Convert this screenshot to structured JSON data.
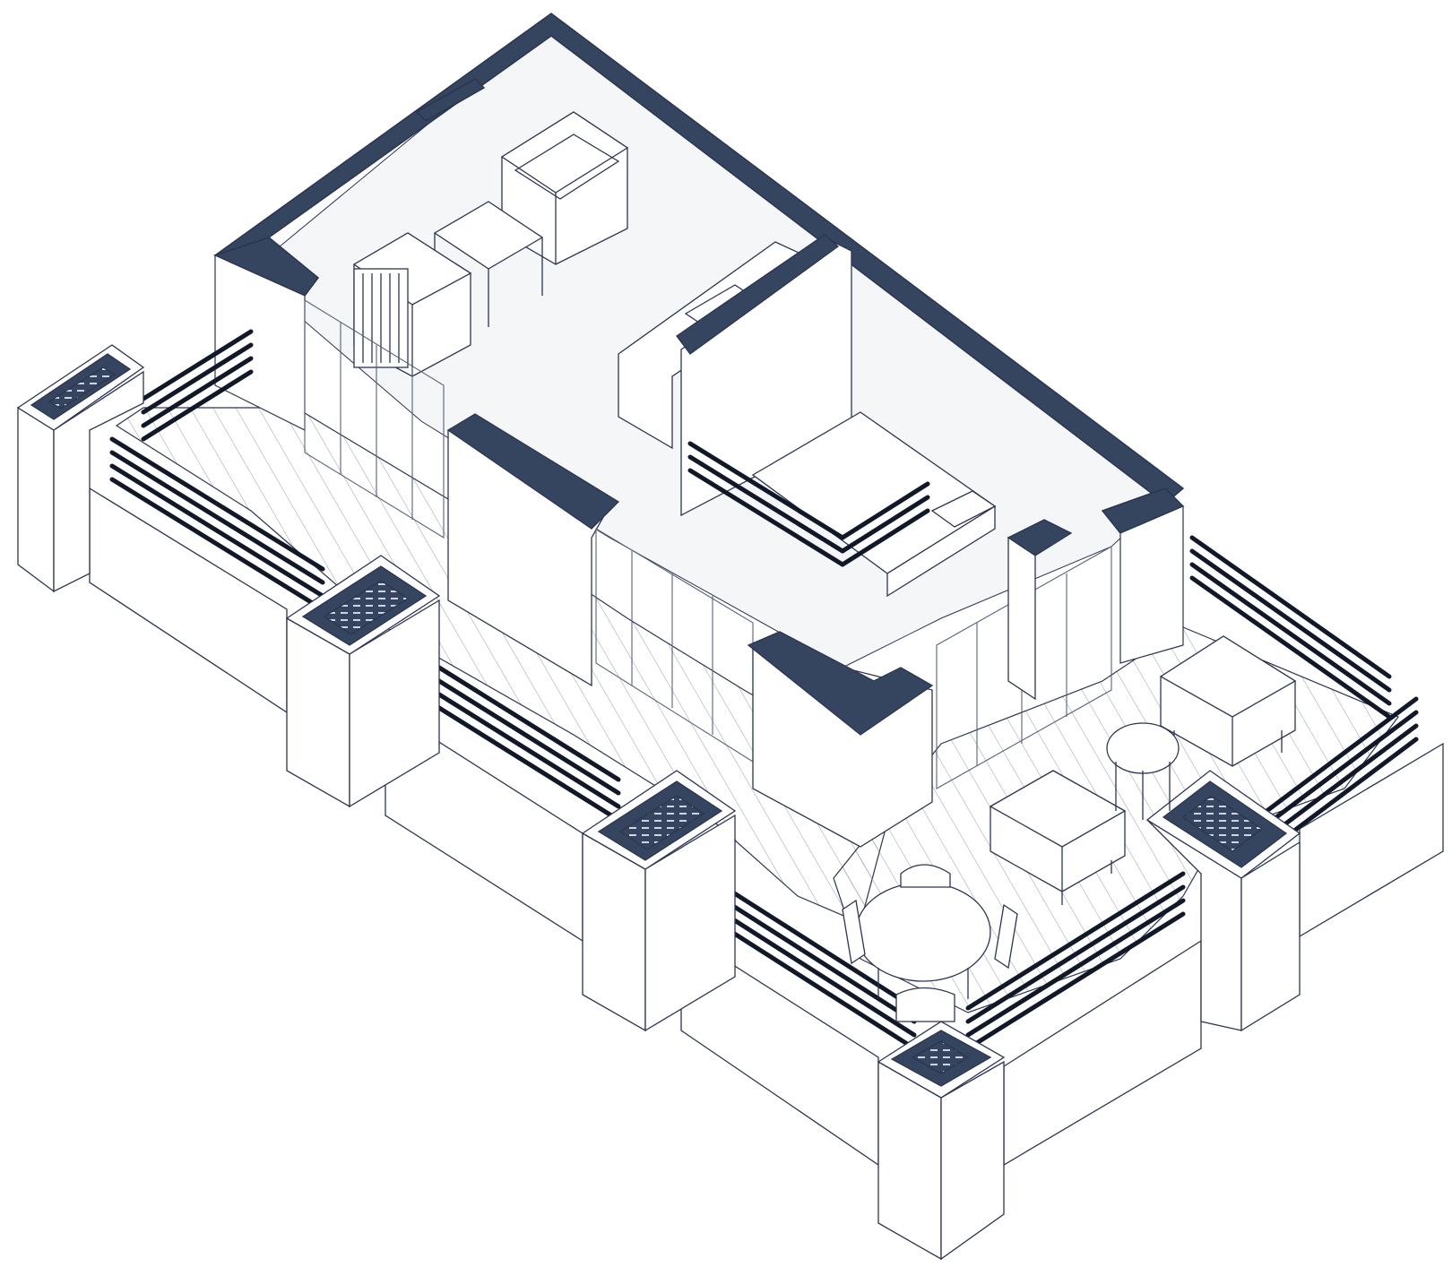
{
  "diagram": {
    "kind": "isometric-apartment-plan",
    "palette": {
      "background": "#ffffff",
      "wall_cut": "#35455f",
      "outline": "#2b3550",
      "thin_line": "#58637a",
      "floor": "#f5f6f8",
      "rail": "#111827"
    },
    "elements": [
      "exterior-wall",
      "interior-partition",
      "armchair-icon",
      "side-table",
      "bed",
      "kitchen-counter",
      "sliding-door",
      "balcony-railing",
      "planter-box",
      "dining-table",
      "dining-chair",
      "round-side-table",
      "deck-boards"
    ]
  }
}
